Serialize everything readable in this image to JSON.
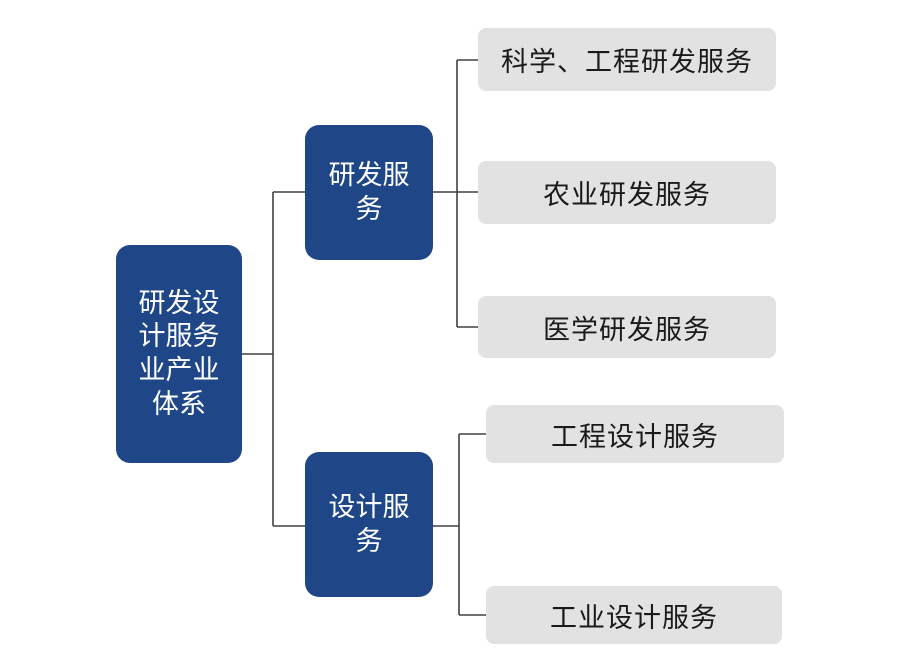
{
  "root": {
    "label": "研发设计服务业产业体系"
  },
  "branches": [
    {
      "label": "研发服务",
      "children": [
        "科学、工程研发服务",
        "农业研发服务",
        "医学研发服务"
      ]
    },
    {
      "label": "设计服务",
      "children": [
        "工程设计服务",
        "工业设计服务"
      ]
    }
  ],
  "colors": {
    "primary_node": "#1f4788",
    "leaf_node": "#e2e2e2",
    "connector": "#404040"
  }
}
